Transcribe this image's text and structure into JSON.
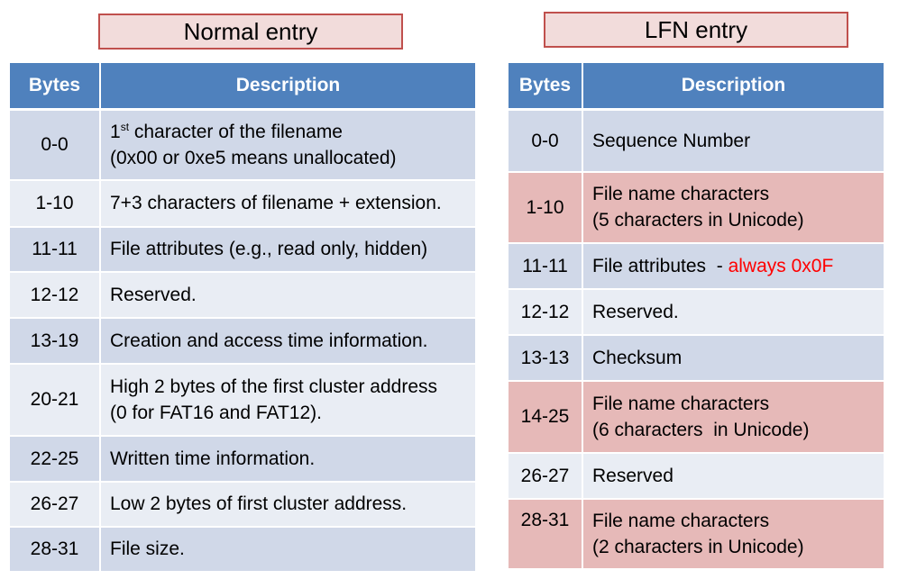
{
  "normal": {
    "title": "Normal entry",
    "headers": {
      "bytes": "Bytes",
      "desc": "Description"
    },
    "rows": [
      {
        "bytes": "0-0",
        "line1_num": "1",
        "line1_sup": "st",
        "line1_text": " character of the filename",
        "line2": "(0x00 or 0xe5 means unallocated)",
        "shade": "dark"
      },
      {
        "bytes": "1-10",
        "desc": "7+3 characters of filename + extension.",
        "shade": "light"
      },
      {
        "bytes": "11-11",
        "desc": "File attributes (e.g., read only, hidden)",
        "shade": "dark"
      },
      {
        "bytes": "12-12",
        "desc": "Reserved.",
        "shade": "light"
      },
      {
        "bytes": "13-19",
        "desc": "Creation and access time information.",
        "shade": "dark"
      },
      {
        "bytes": "20-21",
        "desc": "High 2 bytes of the first cluster address",
        "desc2": "(0 for FAT16 and FAT12).",
        "shade": "light"
      },
      {
        "bytes": "22-25",
        "desc": "Written time information.",
        "shade": "dark"
      },
      {
        "bytes": "26-27",
        "desc": "Low 2 bytes of first cluster address.",
        "shade": "light"
      },
      {
        "bytes": "28-31",
        "desc": "File size.",
        "shade": "dark"
      }
    ]
  },
  "lfn": {
    "title": "LFN entry",
    "headers": {
      "bytes": "Bytes",
      "desc": "Description"
    },
    "rows": [
      {
        "bytes": "0-0",
        "desc": "Sequence Number",
        "shade": "dark"
      },
      {
        "bytes": "1-10",
        "desc": "File name characters",
        "desc2": "(5 characters in Unicode)",
        "shade": "pink"
      },
      {
        "bytes": "11-11",
        "desc": "File attributes  - ",
        "highlight": "always 0x0F",
        "shade": "dark"
      },
      {
        "bytes": "12-12",
        "desc": "Reserved.",
        "shade": "light"
      },
      {
        "bytes": "13-13",
        "desc": "Checksum",
        "shade": "dark"
      },
      {
        "bytes": "14-25",
        "desc": "File name characters",
        "desc2": "(6 characters  in Unicode)",
        "shade": "pink"
      },
      {
        "bytes": "26-27",
        "desc": "Reserved",
        "shade": "light"
      },
      {
        "bytes": "28-31",
        "desc": "File name characters",
        "desc2": "(2 characters in Unicode)",
        "shade": "pink"
      }
    ],
    "colors": {
      "highlight": "#ff0000",
      "pink": "#e6b9b8",
      "header": "#4f81bd"
    }
  }
}
